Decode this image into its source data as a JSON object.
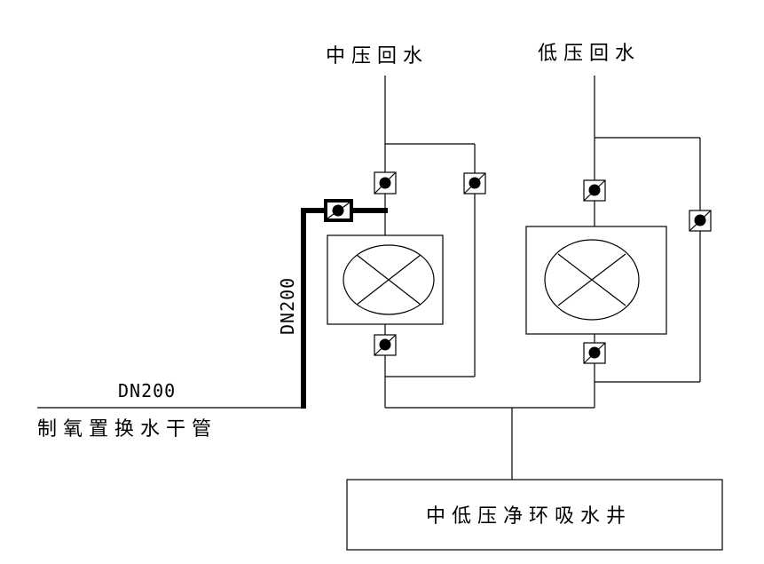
{
  "labels": {
    "mid_pressure_return": "中压回水",
    "low_pressure_return": "低压回水",
    "pipe_size_vertical": "DN200",
    "pipe_size_horizontal": "DN200",
    "oxygen_replacement_main": "制氧置换水干管",
    "water_well": "中低压净环吸水井"
  }
}
